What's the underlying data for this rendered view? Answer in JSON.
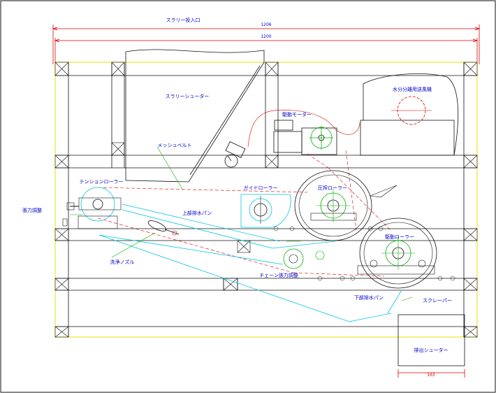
{
  "title_inlet": "スラリー投入口",
  "dimensions": {
    "overall_outer": "1206",
    "overall_inner": "1200",
    "chute_width": "163"
  },
  "labels": {
    "slurry_chute": "スラリーシューター",
    "drive_motor": "駆動モーター",
    "water_separator": "水分分離用送風機",
    "mesh_belt": "メッシュベルト",
    "tension_roller": "テンションローラー",
    "guide_roller": "ガイドローラー",
    "press_roller": "圧搾ローラー",
    "tension_adjuster": "張力調整",
    "upper_pan": "上部排水パン",
    "wash_nozzle": "洗浄ノズル",
    "drive_roller": "駆動ローラー",
    "chain_tension": "チェーン張力調整",
    "lower_pan": "下部排水パン",
    "scraper": "スクレーパー",
    "discharge_chute": "排出シューター"
  },
  "colors": {
    "frame": "#111111",
    "dimension": "#dd0000",
    "cyan": "#00c8e0",
    "green": "#00b000",
    "label": "#0000cc",
    "yellow": "#e8e000"
  }
}
